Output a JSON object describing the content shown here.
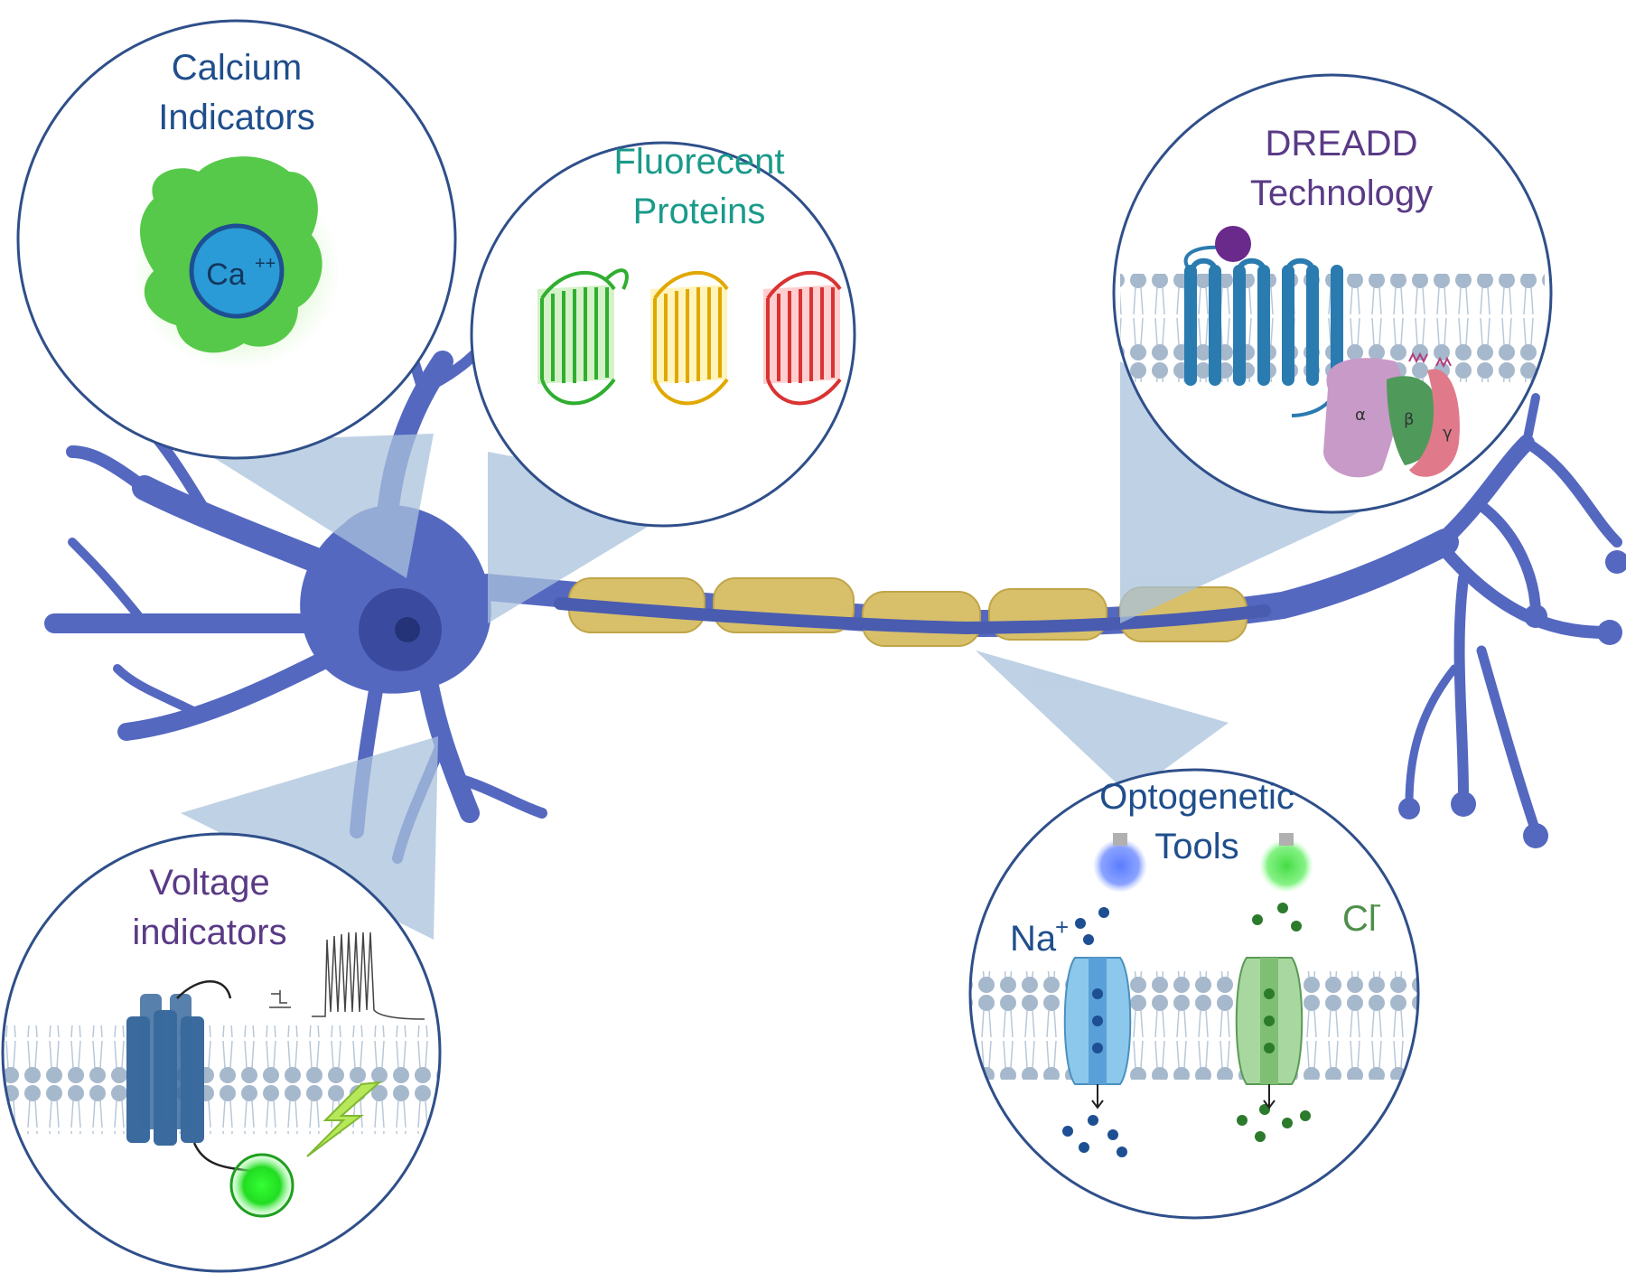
{
  "calcium": {
    "line1": "Calcium",
    "line2": "Indicators",
    "ion": "Ca",
    "ion_charge": "++",
    "color": "#1f4e8c"
  },
  "fluorescent": {
    "line1": "Fluorecent",
    "line2": "Proteins",
    "color": "#1a9a8a"
  },
  "dreadd": {
    "line1": "DREADD",
    "line2": "Technology",
    "color": "#5a3a86",
    "alpha": "α",
    "beta": "β",
    "gamma": "γ"
  },
  "voltage": {
    "line1": "Voltage",
    "line2": "indicators",
    "color": "#5a3a86"
  },
  "optogenetic": {
    "line1": "Optogenetic",
    "line2": "Tools",
    "color": "#1f4e8c",
    "na_label": "Na",
    "na_charge": "+",
    "cl_label": "Cl",
    "cl_charge": "-",
    "cl_color": "#4d8f4a"
  },
  "colors": {
    "neuron": "#5468c0",
    "neuron_dark": "#3a4a9e",
    "myelin": "#d8c06a",
    "cone": "#a9c2dc",
    "circle_border": "#2f4f8a",
    "membrane": "#a6b8cc",
    "gpcr": "#2a7bb0"
  }
}
